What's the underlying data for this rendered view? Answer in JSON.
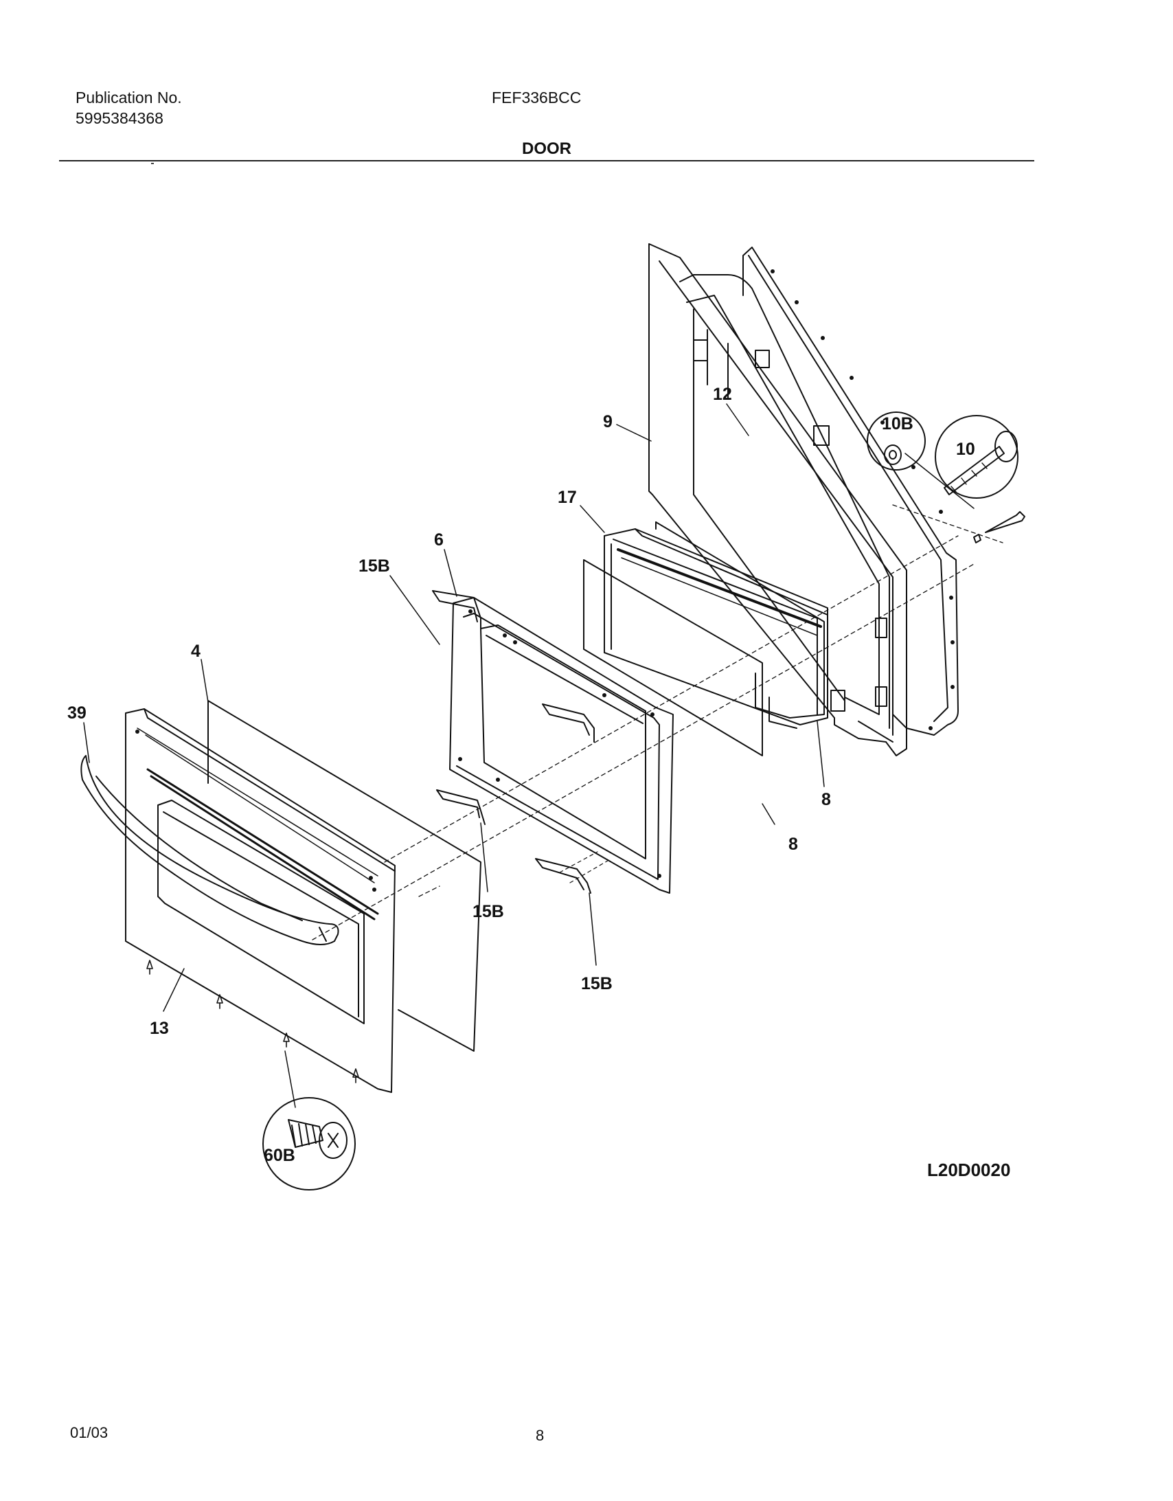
{
  "header": {
    "publication_label": "Publication No.",
    "publication_number": "5995384368",
    "model": "FEF336BCC",
    "section_title": "DOOR"
  },
  "callouts": {
    "c9": "9",
    "c12": "12",
    "c10b": "10B",
    "c10": "10",
    "c17": "17",
    "c6": "6",
    "c15b_top": "15B",
    "c4": "4",
    "c39": "39",
    "c8_right": "8",
    "c8_mid": "8",
    "c15b_mid": "15B",
    "c15b_low": "15B",
    "c13": "13",
    "c60b": "60B"
  },
  "drawing_id": "L20D0020",
  "footer": {
    "date": "01/03",
    "page": "8"
  }
}
